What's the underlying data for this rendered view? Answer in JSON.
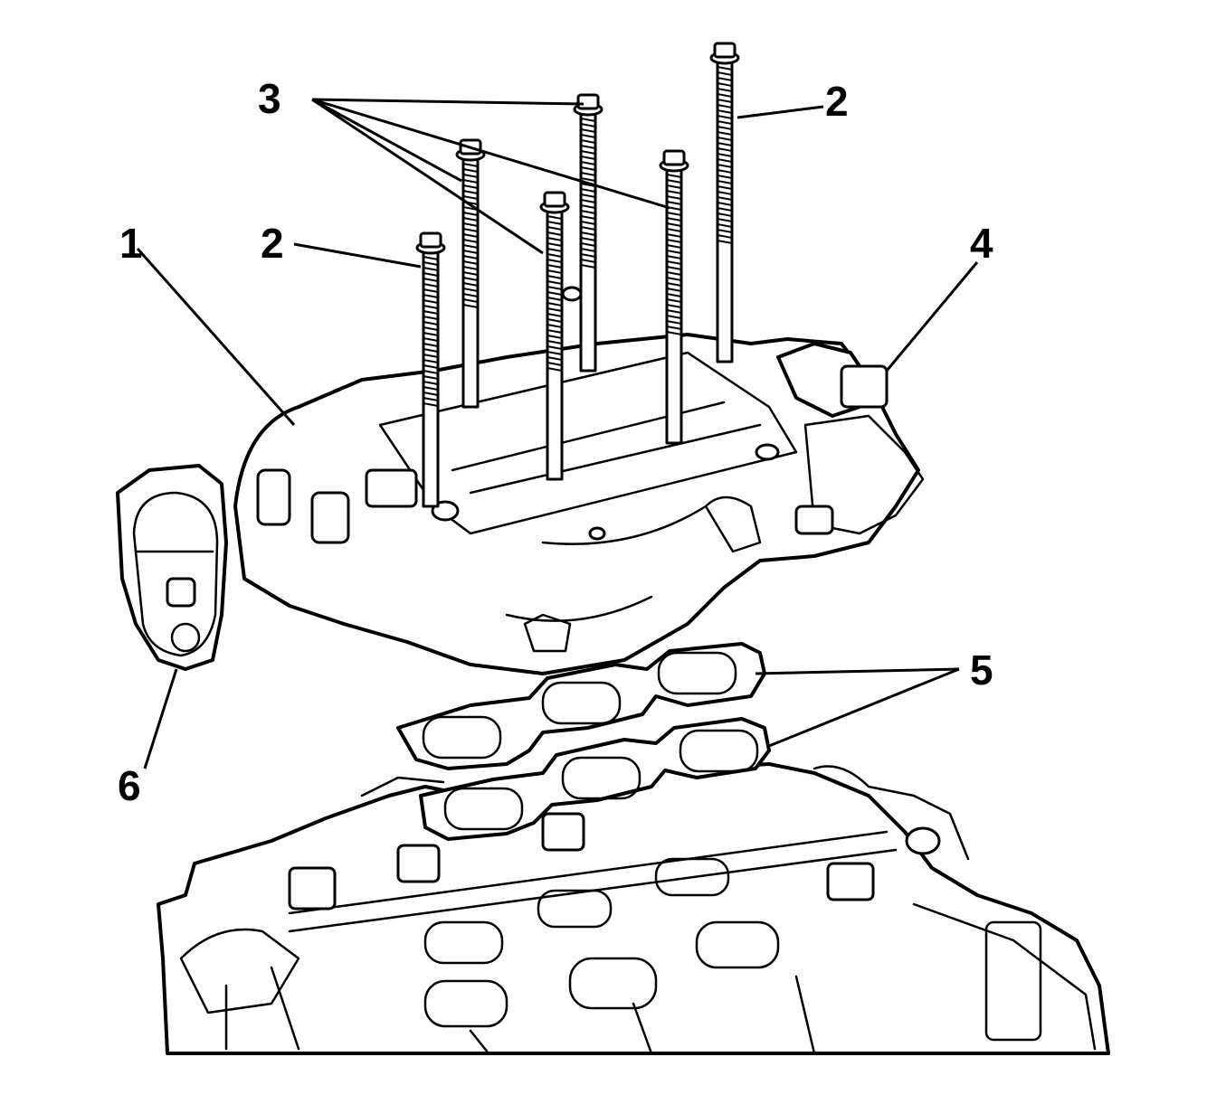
{
  "colors": {
    "ink": "#000000",
    "paper": "#ffffff"
  },
  "callouts": {
    "c1": "1",
    "c2a": "2",
    "c2b": "2",
    "c3": "3",
    "c4": "4",
    "c5": "5",
    "c6": "6"
  }
}
